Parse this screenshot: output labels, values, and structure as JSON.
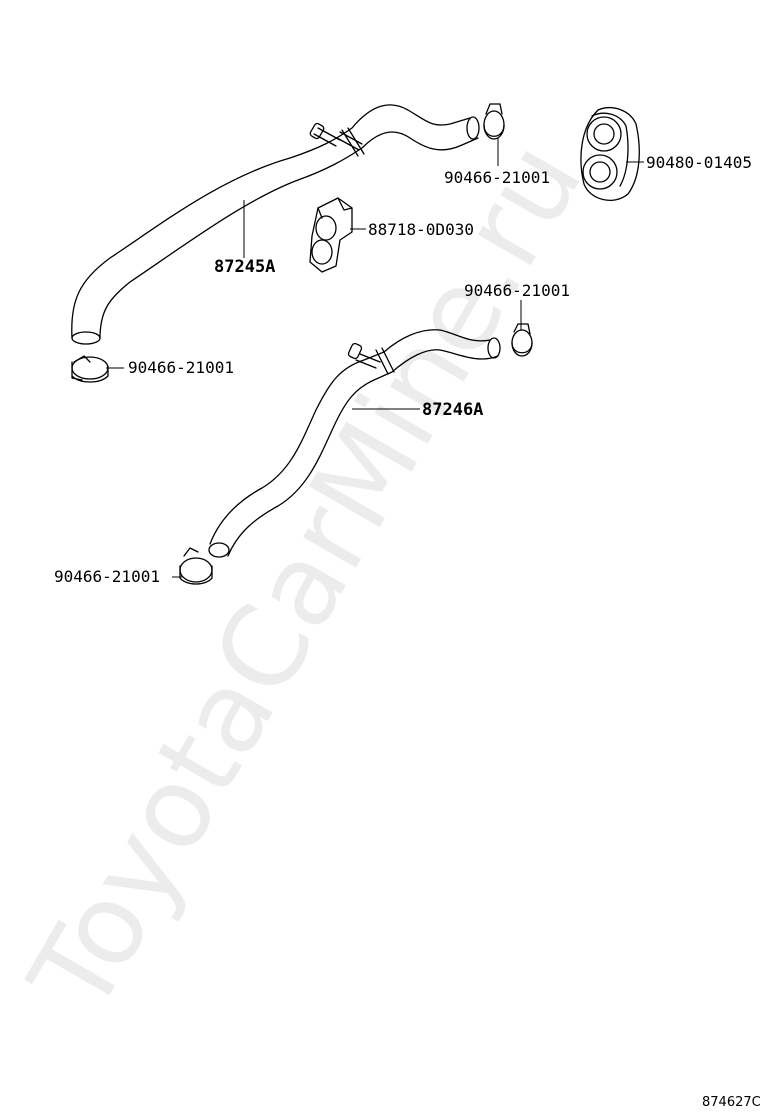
{
  "watermark": "ToyotaCarMine.ru",
  "diagram_code": "874627C",
  "parts": {
    "hose_upper": "87245A",
    "hose_lower": "87246A",
    "clamp_upper_right": "90466-21001",
    "clamp_upper_left": "90466-21001",
    "clamp_lower_right": "90466-21001",
    "clamp_lower_left": "90466-21001",
    "grommet": "90480-01405",
    "bracket_clamp": "88718-0D030"
  }
}
